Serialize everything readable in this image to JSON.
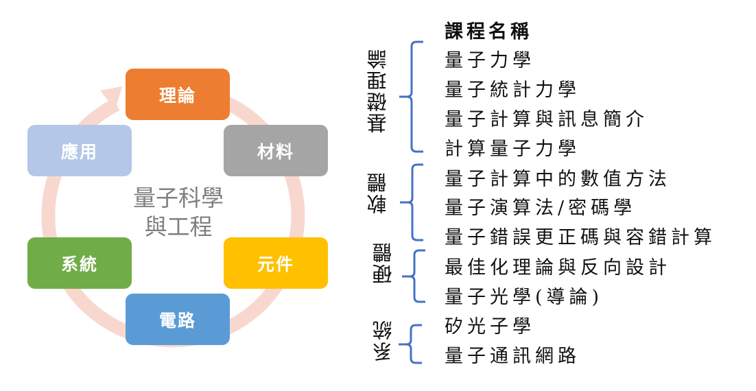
{
  "diagram": {
    "center_title_line1": "量子科學",
    "center_title_line2": "與工程",
    "nodes": [
      {
        "label": "理論",
        "color": "#ED7D31"
      },
      {
        "label": "材料",
        "color": "#A5A5A5"
      },
      {
        "label": "元件",
        "color": "#FFC000"
      },
      {
        "label": "電路",
        "color": "#5B9BD5"
      },
      {
        "label": "系統",
        "color": "#70AD47"
      },
      {
        "label": "應用",
        "color": "#B4C7E7"
      }
    ],
    "ring_color": "#F8D8CE"
  },
  "courses": {
    "header": "課程名稱",
    "brace_color": "#4472C4",
    "groups": [
      {
        "category": "基礎理論",
        "items": [
          "量子力學",
          "量子統計力學",
          "量子計算與訊息簡介",
          "計算量子力學"
        ]
      },
      {
        "category": "軟體",
        "items": [
          "量子計算中的數值方法",
          "量子演算法/密碼學",
          "量子錯誤更正碼與容錯計算"
        ]
      },
      {
        "category": "硬體",
        "items": [
          "最佳化理論與反向設計",
          "量子光學(導論)"
        ]
      },
      {
        "category": "系統",
        "items": [
          "矽光子學",
          "量子通訊網路"
        ]
      }
    ]
  }
}
